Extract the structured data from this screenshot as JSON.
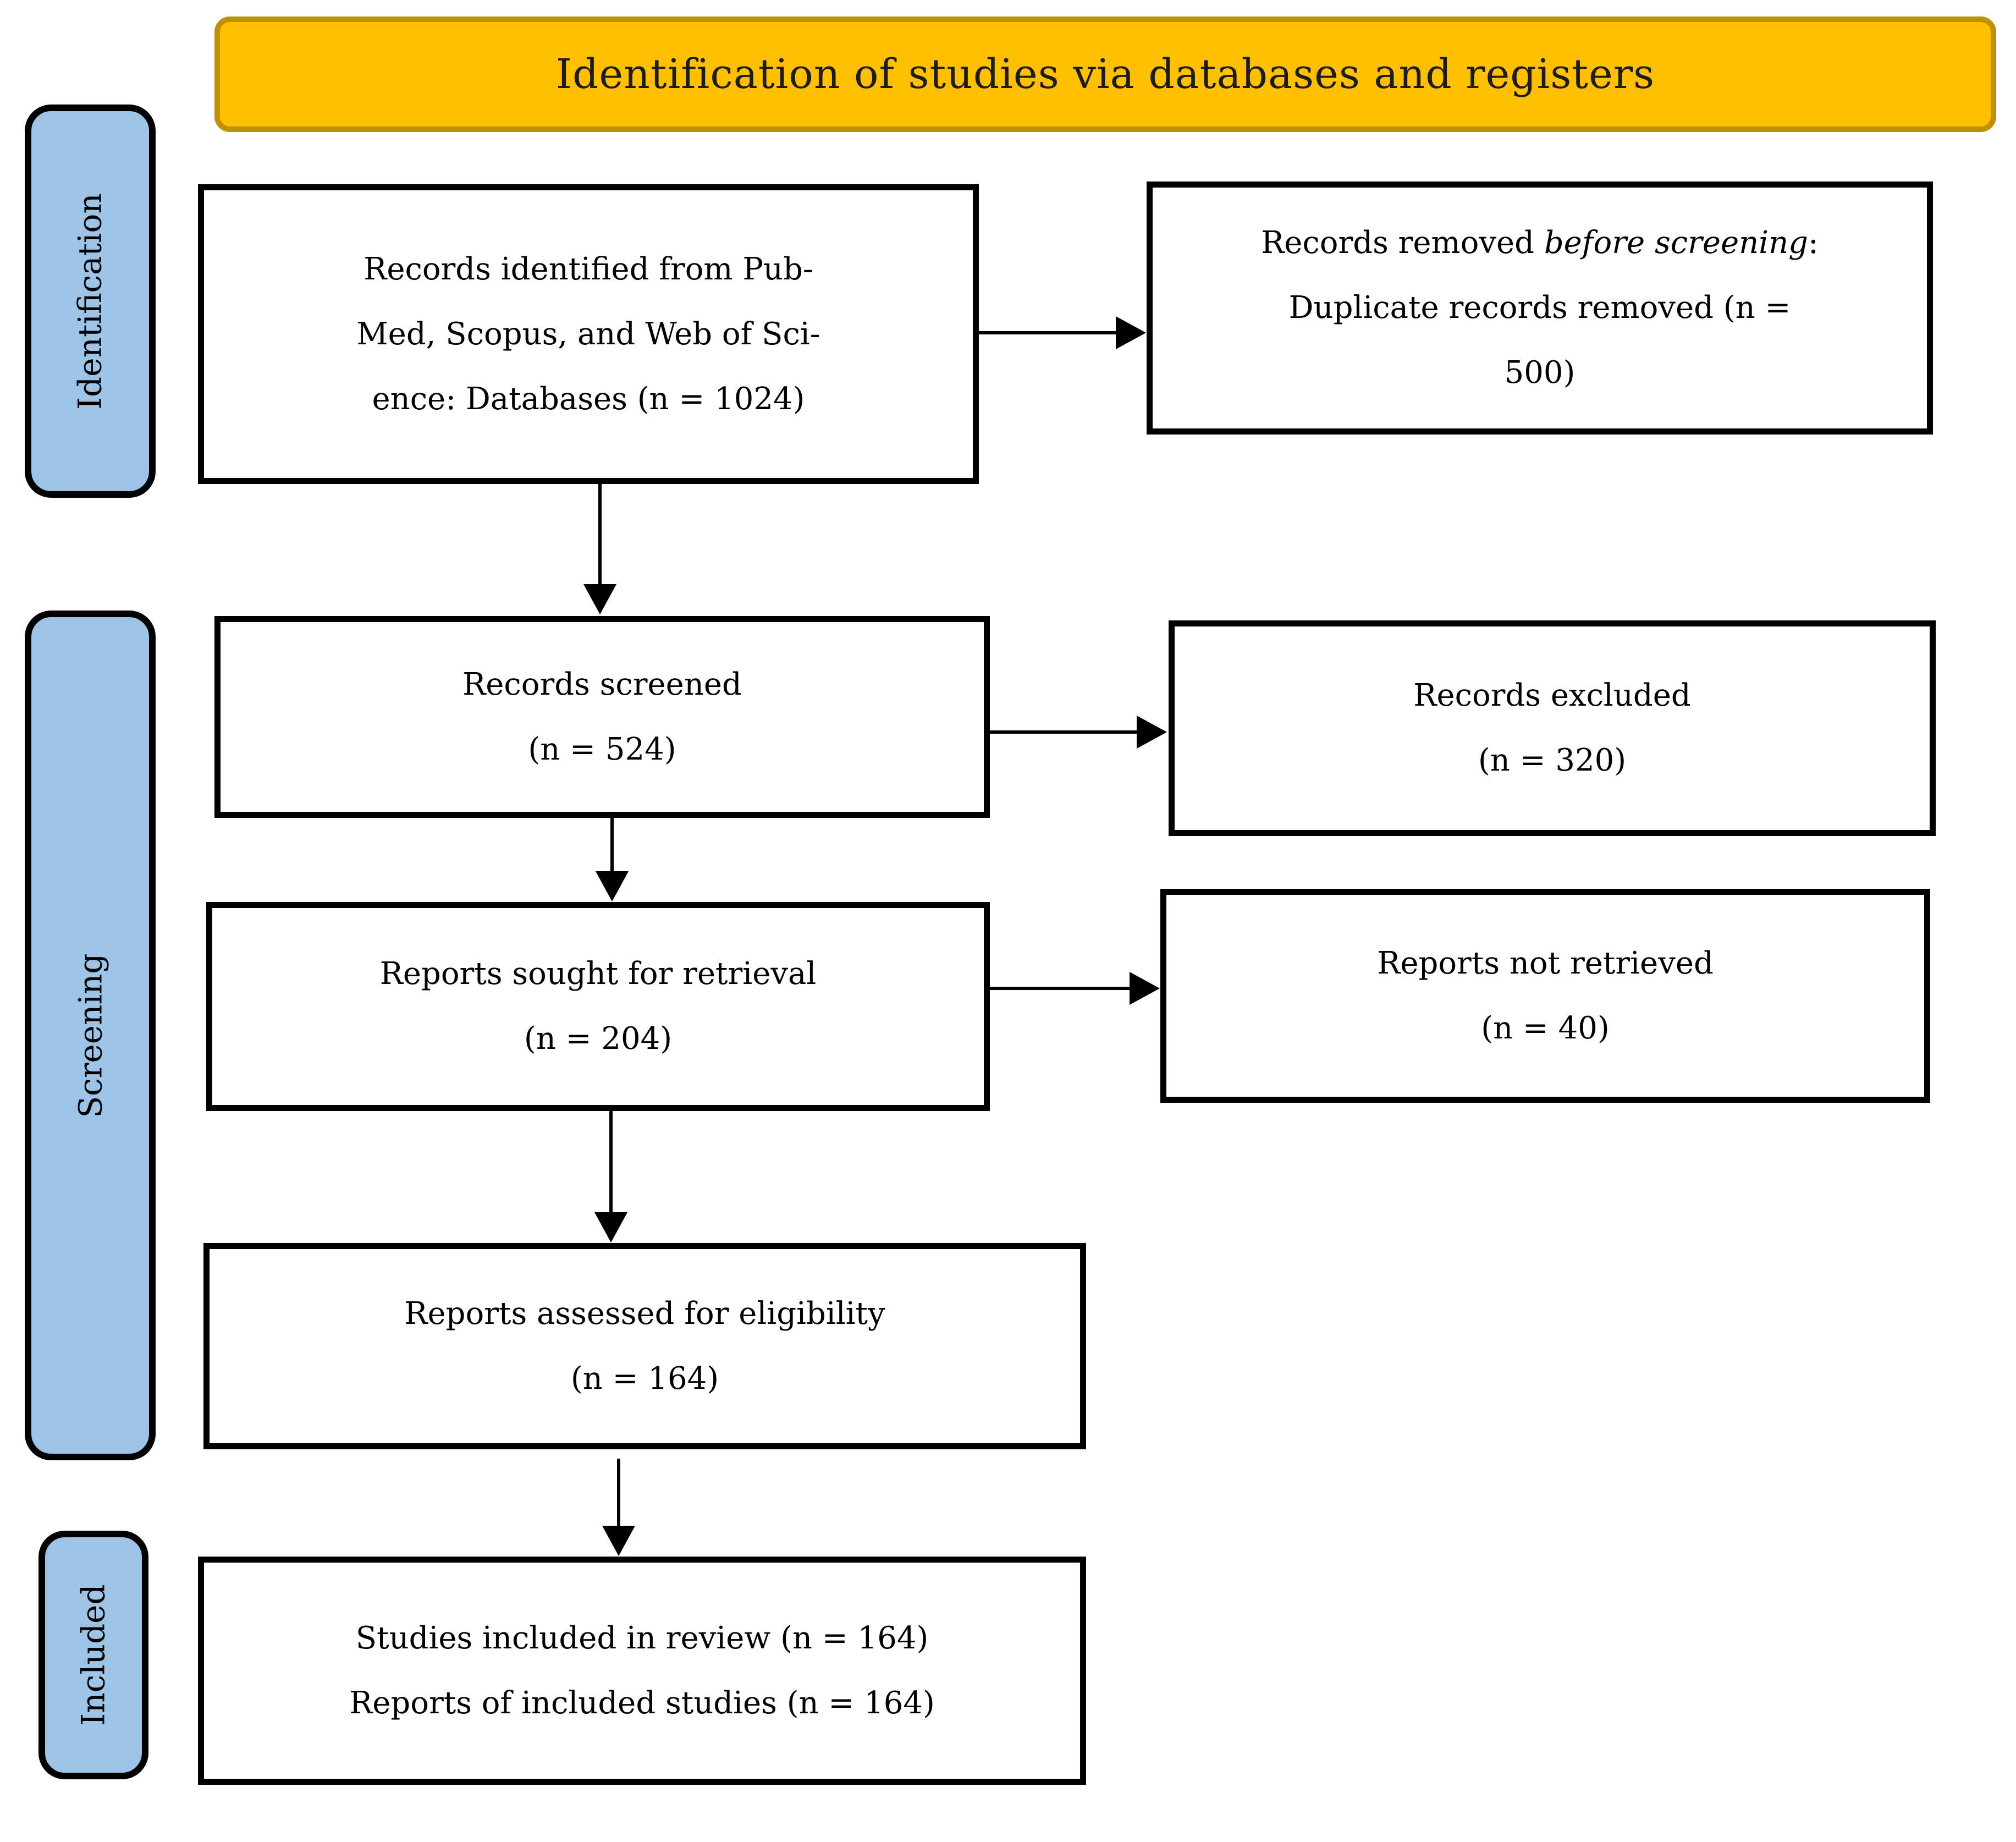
{
  "banner": {
    "label": "Identification of studies via databases and registers"
  },
  "stages": {
    "identification": "Identification",
    "screening": "Screening",
    "included": "Included"
  },
  "boxes": {
    "records_identified": {
      "line1": "Records identified from Pub-",
      "line2": "Med, Scopus, and Web of Sci-",
      "line3": "ence: Databases (n = 1024)"
    },
    "records_removed": {
      "line1_start": "Records removed ",
      "line1_italic": "before screening",
      "line1_end": ":",
      "line2": "Duplicate records removed (n =",
      "line3": "500)"
    },
    "records_screened": {
      "line1": "Records screened",
      "line2": "(n = 524)"
    },
    "records_excluded": {
      "line1": "Records excluded",
      "line2": "(n = 320)"
    },
    "reports_sought": {
      "line1": "Reports sought for retrieval",
      "line2": "(n = 204)"
    },
    "reports_not_retrieved": {
      "line1": "Reports not retrieved",
      "line2": "(n = 40)"
    },
    "reports_assessed": {
      "line1": "Reports assessed for eligibility",
      "line2": "(n = 164)"
    },
    "studies_included": {
      "line1": "Studies included in review (n = 164)",
      "line2": "Reports of included studies (n = 164)"
    }
  },
  "colors": {
    "banner_fill": "#FFC000",
    "banner_border": "#BF9000",
    "stage_fill": "#9DC3E6",
    "stage_border": "#000000",
    "box_fill": "#FFFFFF",
    "box_border": "#000000",
    "arrow_color": "#000000",
    "text_color": "#000000"
  }
}
